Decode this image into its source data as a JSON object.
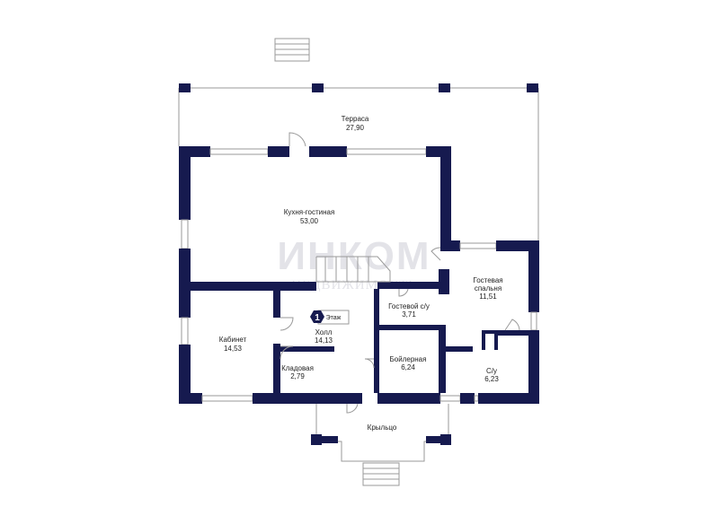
{
  "watermark": {
    "brand": "ИНКОМ",
    "sub": "НЕДВИЖИМОСТЬ"
  },
  "floor_badge": {
    "number": "1",
    "label": "Этаж"
  },
  "rooms": [
    {
      "name": "Терраса",
      "area": "27,90"
    },
    {
      "name": "Кухня-гостиная",
      "area": "53,00"
    },
    {
      "name": "Гостевая спальня",
      "name2": "спальня",
      "area": "11,51"
    },
    {
      "name": "Гостевой с/у",
      "area": "3,71"
    },
    {
      "name": "Кабинет",
      "area": "14,53"
    },
    {
      "name": "Холл",
      "area": "14,13"
    },
    {
      "name": "Бойлерная",
      "area": "6,24"
    },
    {
      "name": "Кладовая",
      "area": "2,79"
    },
    {
      "name": "С/у",
      "area": "6,23"
    },
    {
      "name": "Крыльцо",
      "area": ""
    }
  ]
}
